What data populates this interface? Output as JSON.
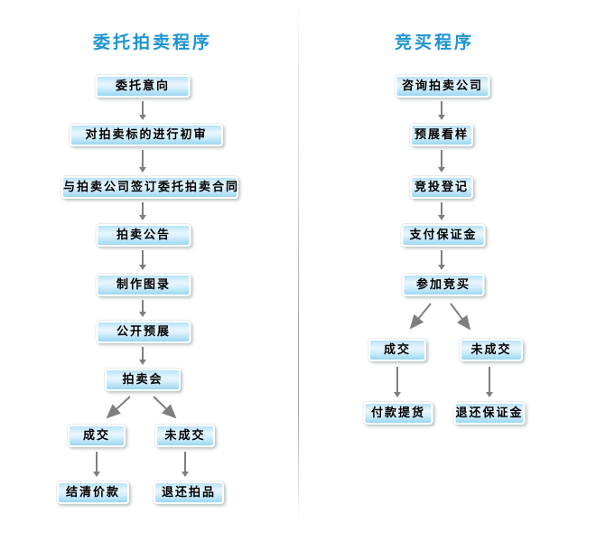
{
  "left_flow": {
    "title": "委托拍卖程序",
    "steps": [
      "委托意向",
      "对拍卖标的进行初审",
      "与拍卖公司签订委托拍卖合同",
      "拍卖公告",
      "制作图录",
      "公开预展",
      "拍卖会"
    ],
    "branch_deal": {
      "label": "成交",
      "next": "结清价款"
    },
    "branch_no_deal": {
      "label": "未成交",
      "next": "退还拍品"
    }
  },
  "right_flow": {
    "title": "竞买程序",
    "steps": [
      "咨询拍卖公司",
      "预展看样",
      "竞投登记",
      "支付保证金",
      "参加竞买"
    ],
    "branch_deal": {
      "label": "成交",
      "next": "付款提货"
    },
    "branch_no_deal": {
      "label": "未成交",
      "next": "退还保证金"
    }
  },
  "colors": {
    "background": "#ffffff",
    "title_text": "#1d94d2",
    "box_gradient_top": "#b9e2f6",
    "box_gradient_light": "#e9f6fd",
    "box_gradient_bottom": "#9bd7f2",
    "box_border": "#ffffff",
    "box_text": "#000000",
    "arrow": "#7f7f7f",
    "divider": "#949494"
  }
}
